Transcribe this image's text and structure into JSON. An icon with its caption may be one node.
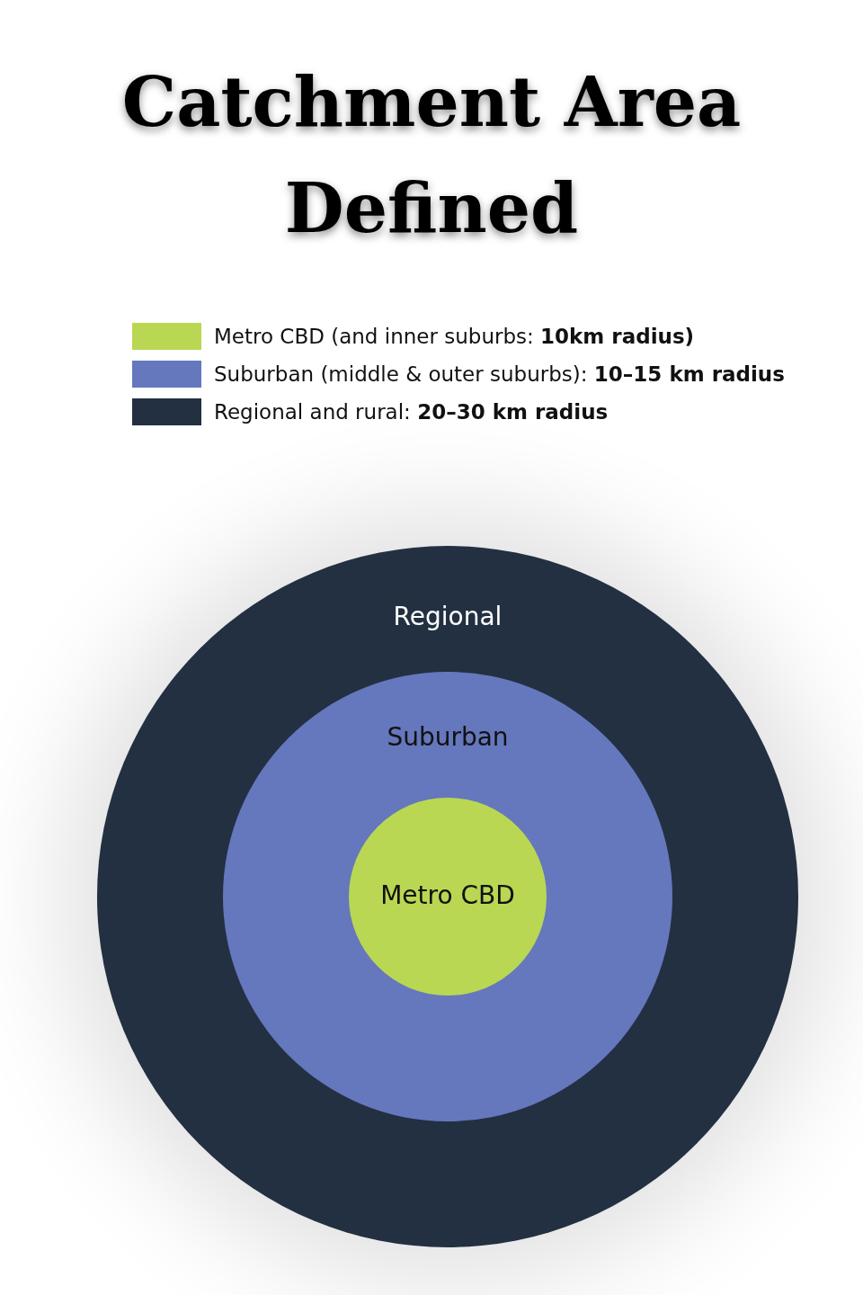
{
  "diagram": {
    "title": "Catchment Area Defined",
    "nodes": [
      {
        "text": [
          "Regional"
        ]
      },
      {
        "text": [
          "Suburban"
        ],
        "in": 0
      },
      {
        "text": [
          "Metro CBD"
        ],
        "in": 1
      }
    ],
    "legend": [
      {
        "text": "Metro CBD (and inner suburbs: **10km radius)**",
        "color": "#b9d753"
      },
      {
        "text": "Suburban (middle & outer suburbs): **10–15 km radius**",
        "color": "#6577bd"
      },
      {
        "text": "Regional and rural: **20–30 km radius**",
        "color": "#223041"
      }
    ]
  }
}
